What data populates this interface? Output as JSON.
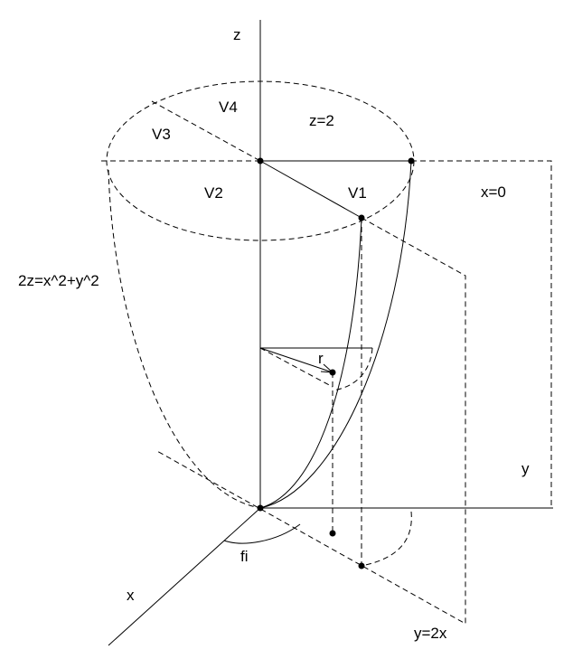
{
  "labels": {
    "z_axis": "z",
    "x_axis": "x",
    "y_axis": "y",
    "plane_z": "z=2",
    "plane_x": "x=0",
    "plane_y": "y=2x",
    "surface": "2z=x^2+y^2",
    "v1": "V1",
    "v2": "V2",
    "v3": "V3",
    "v4": "V4",
    "radius": "r",
    "angle": "fi"
  },
  "colors": {
    "ink": "#000000",
    "background": "#ffffff"
  }
}
